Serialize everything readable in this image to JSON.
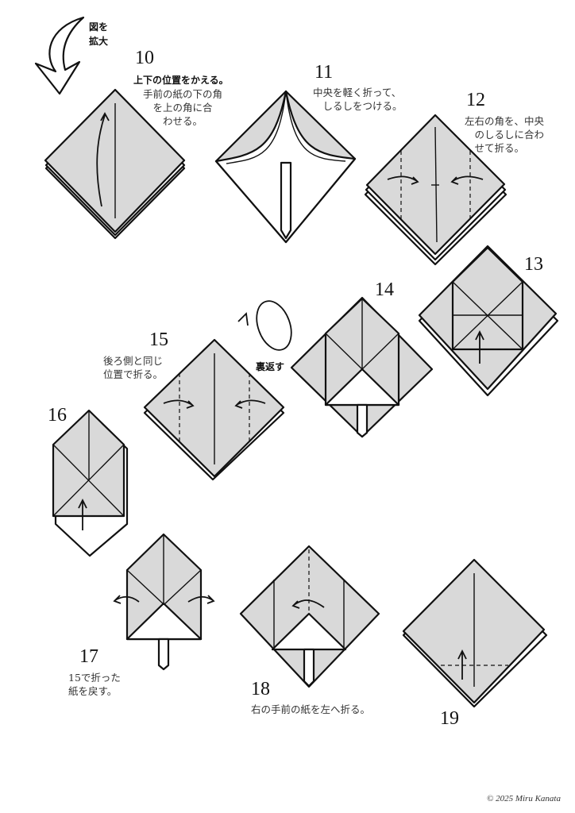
{
  "enlarge_label": "図を\n拡大",
  "flip_label": "裏返す",
  "steps": [
    {
      "number": "10",
      "heading": "上下の位置をかえる。",
      "text": "手前の紙の下の角\nを上の角に合\nわせる。"
    },
    {
      "number": "11",
      "text": "中央を軽く折って、\n　しるしをつける。"
    },
    {
      "number": "12",
      "text": "左右の角を、中央\n　のしるしに合わ\n　せて折る。"
    },
    {
      "number": "13"
    },
    {
      "number": "14"
    },
    {
      "number": "15",
      "text": "後ろ側と同じ\n位置で折る。"
    },
    {
      "number": "16"
    },
    {
      "number": "17",
      "text": "15で折った\n紙を戻す。"
    },
    {
      "number": "18",
      "text": "右の手前の紙を左へ折る。"
    },
    {
      "number": "19"
    }
  ],
  "copyright": "© 2025 Miru Kanata"
}
